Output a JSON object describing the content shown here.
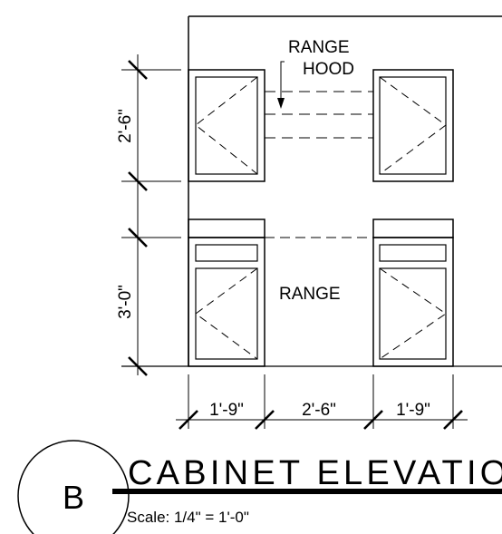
{
  "drawing": {
    "labels": {
      "range_hood_line1": "RANGE",
      "range_hood_line2": "HOOD",
      "range": "RANGE"
    },
    "dimensions": {
      "upper_height": "2'-6\"",
      "base_height": "3'-0\"",
      "left_width": "1'-9\"",
      "range_width": "2'-6\"",
      "right_width": "1'-9\""
    },
    "title_block": {
      "detail_id": "B",
      "title": "CABINET ELEVATION",
      "scale": "Scale: 1/4\" = 1'-0\""
    }
  }
}
